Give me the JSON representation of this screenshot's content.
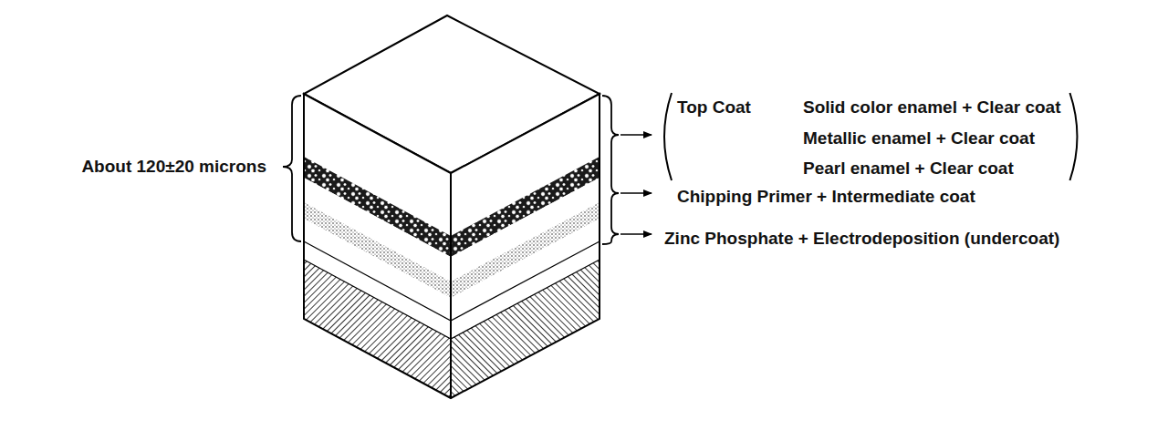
{
  "diagram": {
    "labels": [
      "About 120±20 microns",
      "Top Coat",
      "Solid color enamel + Clear coat",
      "Metallic enamel + Clear coat",
      "Pearl enamel + Clear coat",
      "Chipping Primer + Intermediate coat",
      "Zinc Phosphate + Electrodeposition (undercoat)"
    ]
  }
}
